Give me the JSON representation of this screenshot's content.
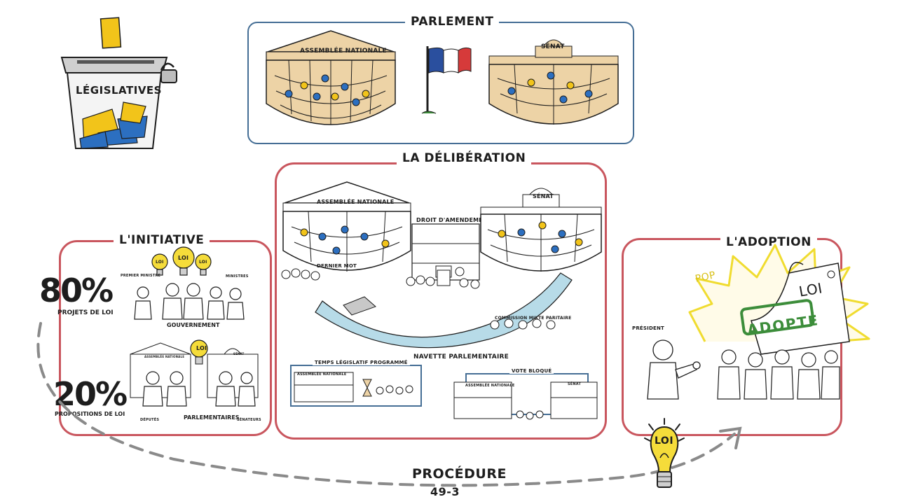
{
  "ballot": {
    "label": "LÉGISLATIVES"
  },
  "parlement": {
    "title": "PARLEMENT",
    "assemblee": "ASSEMBLÉE NATIONALE",
    "senat": "SÉNAT"
  },
  "deliberation": {
    "title": "LA DÉLIBÉRATION",
    "assemblee": "ASSEMBLÉE NATIONALE",
    "senat": "SÉNAT",
    "droit": "DROIT D'AMENDEMENT",
    "dernier_mot": "DERNIER MOT",
    "commission": "COMMISSION MIXTE PARITAIRE",
    "navette": "NAVETTE PARLEMENTAIRE",
    "temps": "TEMPS LÉGISLATIF PROGRAMMÉ",
    "temps_an": "ASSEMBLÉE NATIONALE",
    "vote": "VOTE BLOQUÉ",
    "vote_an": "ASSEMBLÉE NATIONALE",
    "vote_senat": "SÉNAT"
  },
  "initiative": {
    "title": "L'INITIATIVE",
    "pct_projets": "80%",
    "projets": "PROJETS DE LOI",
    "pct_propositions": "20%",
    "propositions": "PROPOSITIONS DE LOI",
    "premier_ministre": "PREMIER MINISTRE",
    "ministres": "MINISTRES",
    "gouvernement": "GOUVERNEMENT",
    "parlementaires": "PARLEMENTAIRES",
    "deputes": "DÉPUTÉS",
    "senateurs": "SÉNATEURS",
    "assemblee_small": "ASSEMBLÉE NATIONALE",
    "senat_small": "SÉNAT",
    "loi": "LOI"
  },
  "adoption": {
    "title": "L'ADOPTION",
    "president": "PRÉSIDENT",
    "stamp": "ADOPTÉ",
    "paper": "LOI",
    "pop": "POP"
  },
  "procedure": {
    "title": "PROCÉDURE",
    "number": "49-3",
    "bulb": "LOI"
  },
  "colors": {
    "frame_red": "#c9565e",
    "frame_blue": "#456e95",
    "building_fill": "#edd3a6",
    "bulb_yellow": "#f5dc3a",
    "ballot_yellow": "#f2c41a",
    "ballot_blue": "#2c6fc0",
    "flag_blue": "#2a4f9e",
    "flag_red": "#d63a3a",
    "river": "#b7dbe8",
    "stamp_green": "#3c8d3a"
  }
}
